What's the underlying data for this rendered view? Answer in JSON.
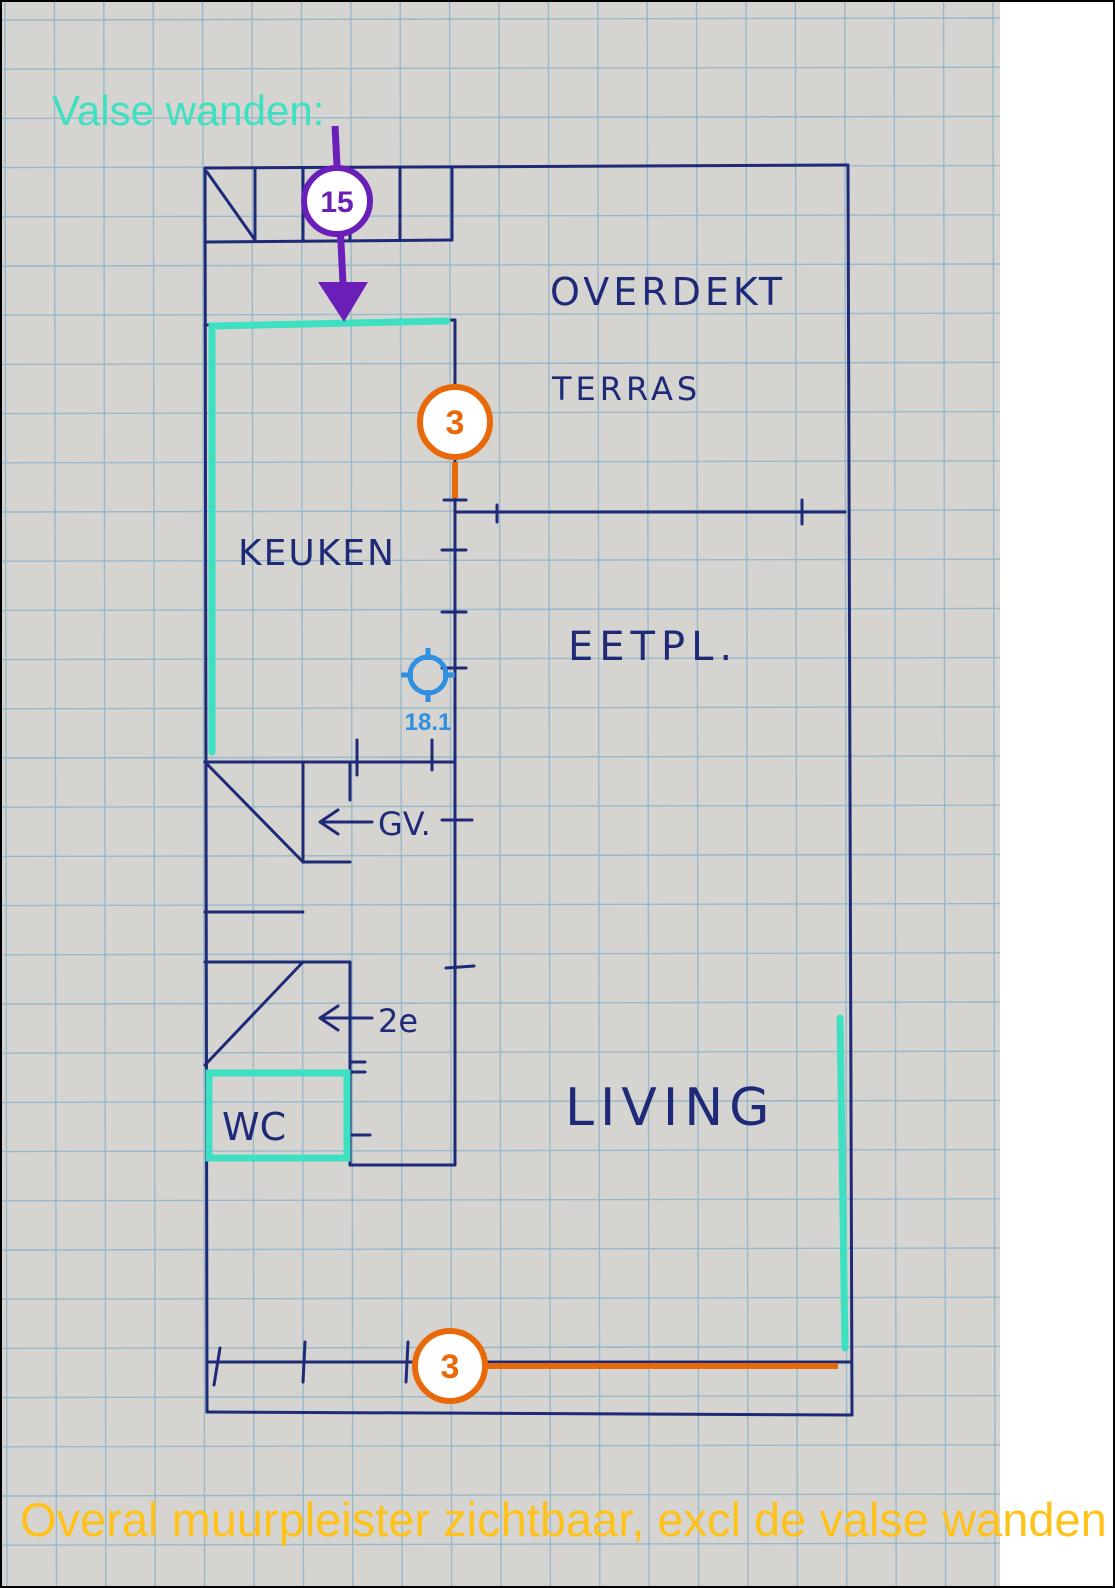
{
  "title_text": "Valse wanden:",
  "footer_text": "Overal muurpleister zichtbaar, excl de valse wanden",
  "rooms": {
    "terrace_line1": "OVERDEKT",
    "terrace_line2": "TERRAS",
    "kitchen": "KEUKEN",
    "dining": "EETPL.",
    "living": "LIVING",
    "wc": "WC",
    "ground_floor": "GV.",
    "second_floor": "2e"
  },
  "markers": {
    "purple_badge": "15",
    "orange_badge_top": "3",
    "orange_badge_bottom": "3",
    "crosshair_label": "18.1"
  },
  "colors": {
    "title": "#3ee0c2",
    "footer": "#ffc21a",
    "false_wall": "#3ee0c2",
    "purple": "#6a1fb8",
    "orange": "#e8690a",
    "crosshair": "#2f8fe0",
    "ink": "#1e2a78",
    "paper": "#d6d4d0",
    "grid": "#8fb4c8"
  }
}
